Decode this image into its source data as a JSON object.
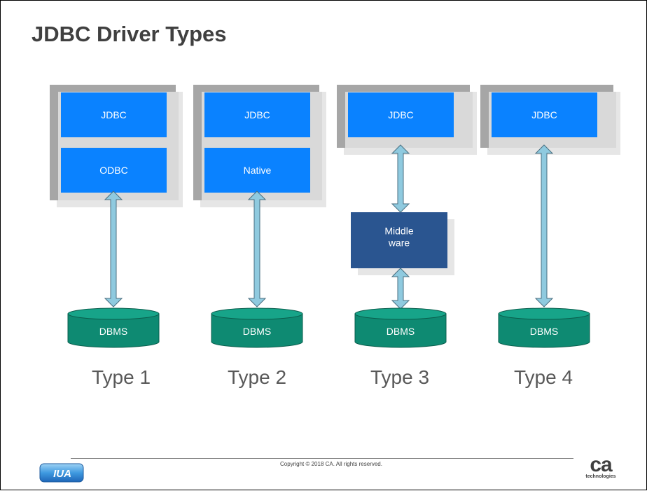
{
  "slide": {
    "title": "JDBC Driver Types",
    "columns": [
      {
        "type_label": "Type 1",
        "layers": [
          "JDBC",
          "ODBC"
        ],
        "middleware": null,
        "db": "DBMS"
      },
      {
        "type_label": "Type 2",
        "layers": [
          "JDBC",
          "Native"
        ],
        "middleware": null,
        "db": "DBMS"
      },
      {
        "type_label": "Type 3",
        "layers": [
          "JDBC"
        ],
        "middleware": "Middle\nware",
        "db": "DBMS"
      },
      {
        "type_label": "Type 4",
        "layers": [
          "JDBC"
        ],
        "middleware": null,
        "db": "DBMS"
      }
    ]
  },
  "footer": {
    "copyright": "Copyright © 2018 CA. All rights reserved.",
    "left_logo": "IUA",
    "right_logo": "ca",
    "right_logo_sub": "technologies"
  },
  "colors": {
    "box_blue": "#0a82ff",
    "middleware_blue": "#2a5590",
    "frame_gray": "#a6a6a6",
    "arrow_fill": "#8fcadf",
    "dbms_green": "#0e8a72",
    "dbms_top": "#17a489"
  }
}
